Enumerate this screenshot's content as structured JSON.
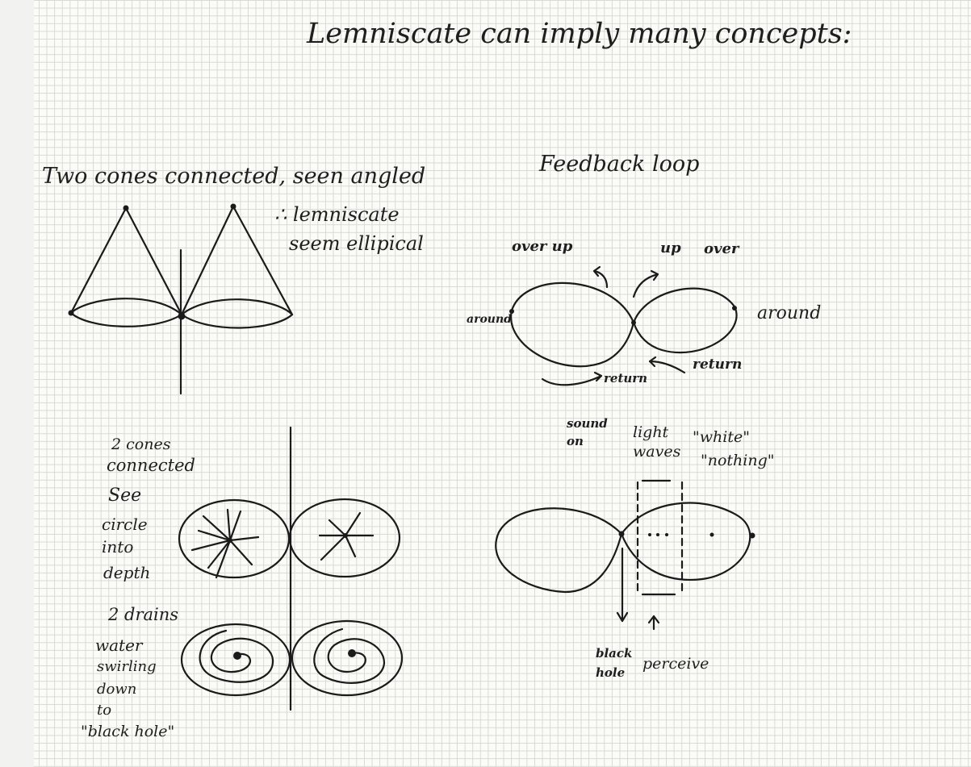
{
  "title": "Lemniscate can imply many concepts:",
  "top_left": {
    "heading": "Two cones connected, seen angled",
    "note_line1": "∴ lemniscate",
    "note_line2": "seem ellipical"
  },
  "top_right": {
    "heading": "Feedback loop",
    "labels": {
      "over_up": "over up",
      "up": "up",
      "over": "over",
      "around_left": "around",
      "around_right": "around",
      "return_left": "return",
      "return_right": "return"
    }
  },
  "bottom_left": {
    "caption_lines": [
      "2 cones",
      "connected",
      "See",
      "circle",
      "into",
      "depth"
    ],
    "drains_lines": [
      "2 drains",
      "water",
      "swirling",
      "down",
      "to",
      "\"black hole\""
    ]
  },
  "bottom_right": {
    "sound_label": "sound\non",
    "light_label": "light\nwaves",
    "white_label": "\"white\"",
    "nothing_label": "\"nothing\"",
    "black_hole_label": "black\nhole",
    "perceive_label": "perceive"
  }
}
